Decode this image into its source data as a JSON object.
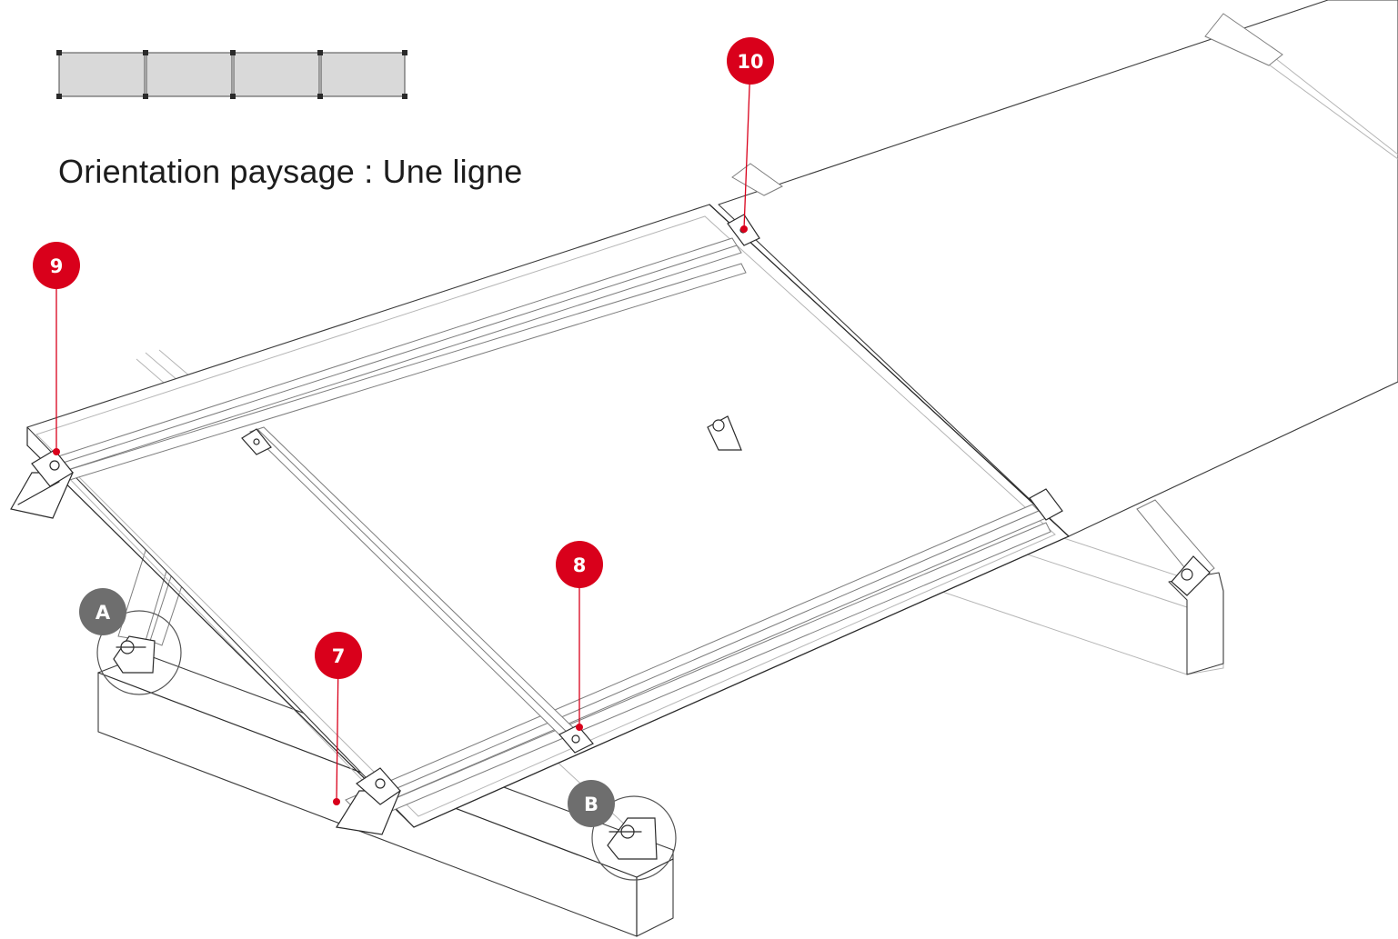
{
  "title": "Orientation paysage : Une ligne",
  "colors": {
    "callout_red": "#d9001b",
    "detail_grey": "#6e6e6e",
    "module_fill": "#d9d9d9",
    "line": "#2a2a2a"
  },
  "legend": {
    "module_count": 4
  },
  "callouts": [
    {
      "id": "10",
      "label": "10",
      "kind": "number"
    },
    {
      "id": "9",
      "label": "9",
      "kind": "number"
    },
    {
      "id": "8",
      "label": "8",
      "kind": "number"
    },
    {
      "id": "7",
      "label": "7",
      "kind": "number"
    },
    {
      "id": "A",
      "label": "A",
      "kind": "detail"
    },
    {
      "id": "B",
      "label": "B",
      "kind": "detail"
    }
  ]
}
